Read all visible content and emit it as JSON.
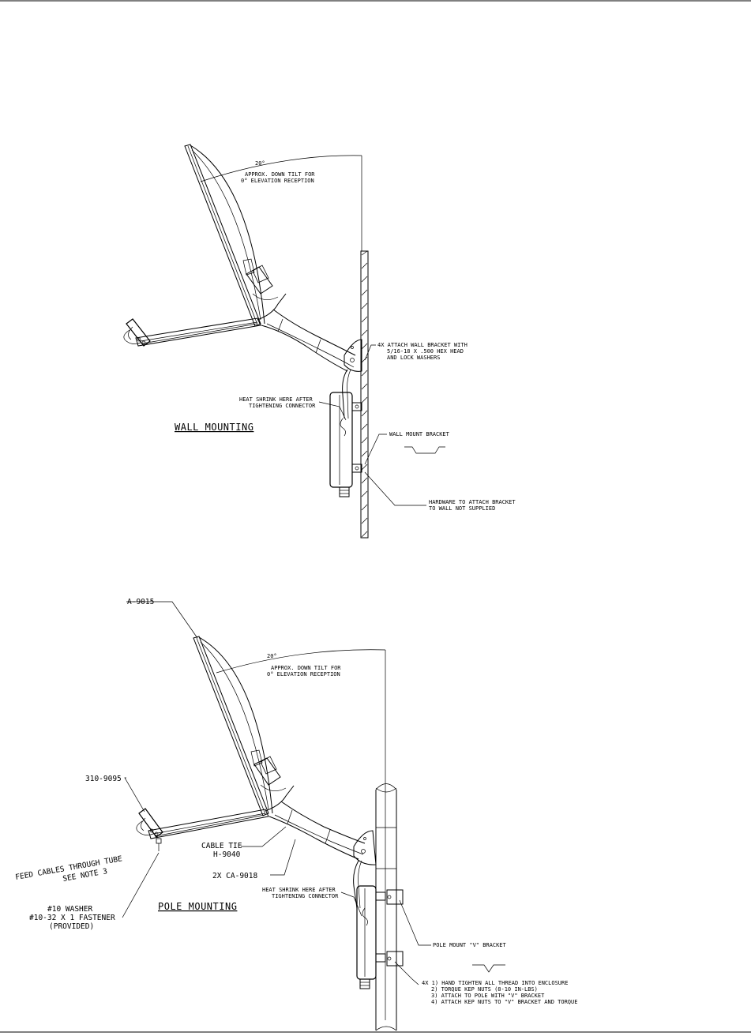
{
  "wall": {
    "angle": "20°",
    "tilt": [
      "APPROX. DOWN TILT FOR",
      "0° ELEVATION RECEPTION"
    ],
    "bracket_note": [
      "4X ATTACH WALL BRACKET WITH",
      "5/16-18 X .500 HEX HEAD",
      "AND LOCK WASHERS"
    ],
    "heat_shrink": [
      "HEAT SHRINK HERE AFTER",
      "TIGHTENING CONNECTOR"
    ],
    "title": "WALL MOUNTING",
    "wall_bracket": "WALL MOUNT BRACKET",
    "hardware": [
      "HARDWARE TO ATTACH BRACKET",
      "TO WALL NOT SUPPLIED"
    ]
  },
  "pole": {
    "part_dish": "A-9015",
    "angle": "20°",
    "tilt": [
      "APPROX. DOWN TILT FOR",
      "0° ELEVATION RECEPTION"
    ],
    "part_feed": "310-9095",
    "cable_tie": [
      "CABLE TIE",
      "H-9040"
    ],
    "feed_cables": [
      "FEED CABLES THROUGH TUBE",
      "SEE NOTE 3"
    ],
    "cables": "2X CA-9018",
    "heat_shrink": [
      "HEAT SHRINK HERE AFTER",
      "TIGHTENING CONNECTOR"
    ],
    "washer": [
      "#10 WASHER",
      "#10-32 X 1 FASTENER",
      "(PROVIDED)"
    ],
    "title": "POLE MOUNTING",
    "v_bracket": "POLE MOUNT \"V\" BRACKET",
    "steps": [
      "4X 1) HAND TIGHTEN ALL THREAD INTO ENCLOSURE",
      "2) TORQUE KEP NUTS (8-10 IN-LBS)",
      "3) ATTACH TO POLE WITH \"V\" BRACKET",
      "4) ATTACH KEP NUTS TO \"V\" BRACKET AND TORQUE"
    ]
  }
}
